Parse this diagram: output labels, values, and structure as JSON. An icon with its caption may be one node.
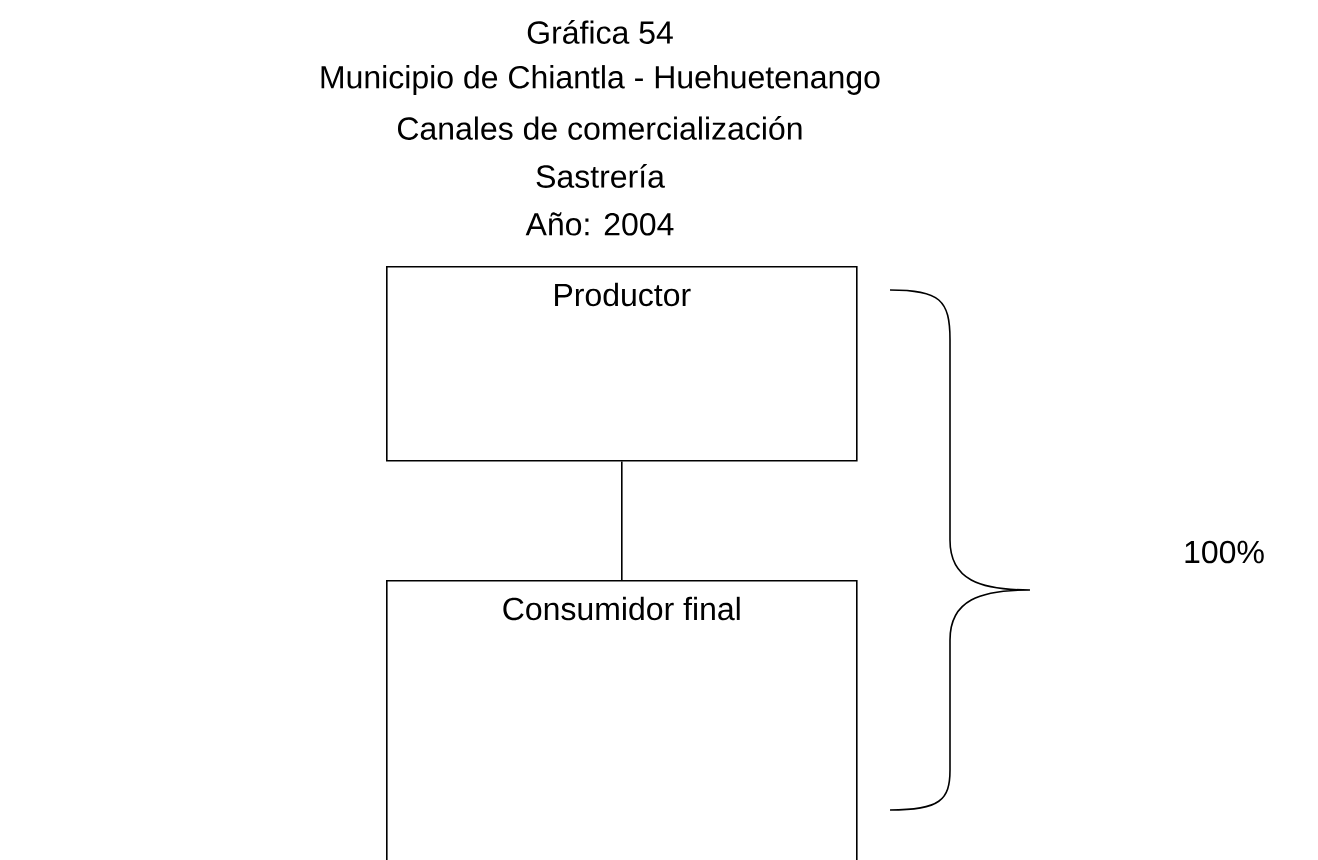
{
  "diagram": {
    "title": "Gráfica 54",
    "nodes": [
      {
        "text": [
          "Productor"
        ]
      },
      {
        "text": [
          "Consumidor final"
        ]
      }
    ],
    "edges": [
      {
        "from": 0,
        "to": 1,
        "arrow": "none"
      }
    ],
    "labels": [
      "Municipio de Chiantla - Huehuetenango",
      "Canales de comercialización",
      "Sastrería",
      "Año: 2004",
      "100%"
    ]
  }
}
